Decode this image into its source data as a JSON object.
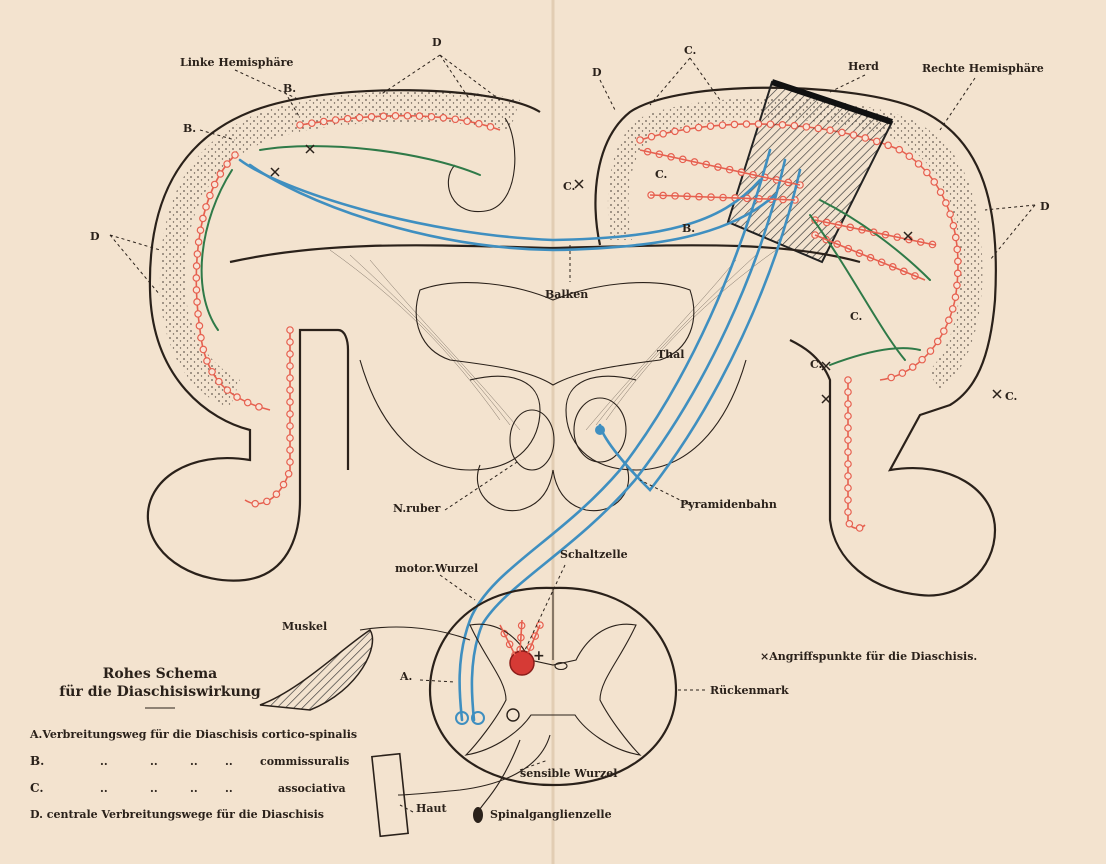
{
  "labels": {
    "linke_hemisphaere": "Linke Hemisphäre",
    "rechte_hemisphaere": "Rechte Hemisphäre",
    "herd": "Herd",
    "balken": "Balken",
    "thal": "Thal",
    "n_ruber": "N.ruber",
    "pyramidenbahn": "Pyramidenbahn",
    "schaltzelle": "Schaltzelle",
    "motor_wurzel": "motor.Wurzel",
    "muskel": "Muskel",
    "rueckenmark": "Rückenmark",
    "sensible_wurzel": "sensible Wurzel",
    "haut": "Haut",
    "spinalganglienzelle": "Spinalganglienzelle",
    "angriffspunkte": "×Angriffspunkte für die Diaschisis.",
    "A": "A.",
    "B": "B.",
    "C": "C.",
    "D": "D",
    "plus": "+"
  },
  "title": {
    "line1": "Rohes Schema",
    "line2": "für die Diaschisiswirkung"
  },
  "legend": {
    "A_text": "A.Verbreitungsweg für die Diaschisis cortico-spinalis",
    "B_key": "B.",
    "B_text": "commissuralis",
    "C_key": "C.",
    "C_text": "associativa",
    "D_text": "D. centrale Verbreitungswege für die Diaschisis",
    "ditto": ".."
  },
  "colors": {
    "paper": "#f3e3cf",
    "ink": "#2a211a",
    "blue_pathway": "#3f8fc0",
    "green_pathway": "#2f7a48",
    "red_cells": "#e6604f",
    "lesion": "#5a5a5a"
  }
}
